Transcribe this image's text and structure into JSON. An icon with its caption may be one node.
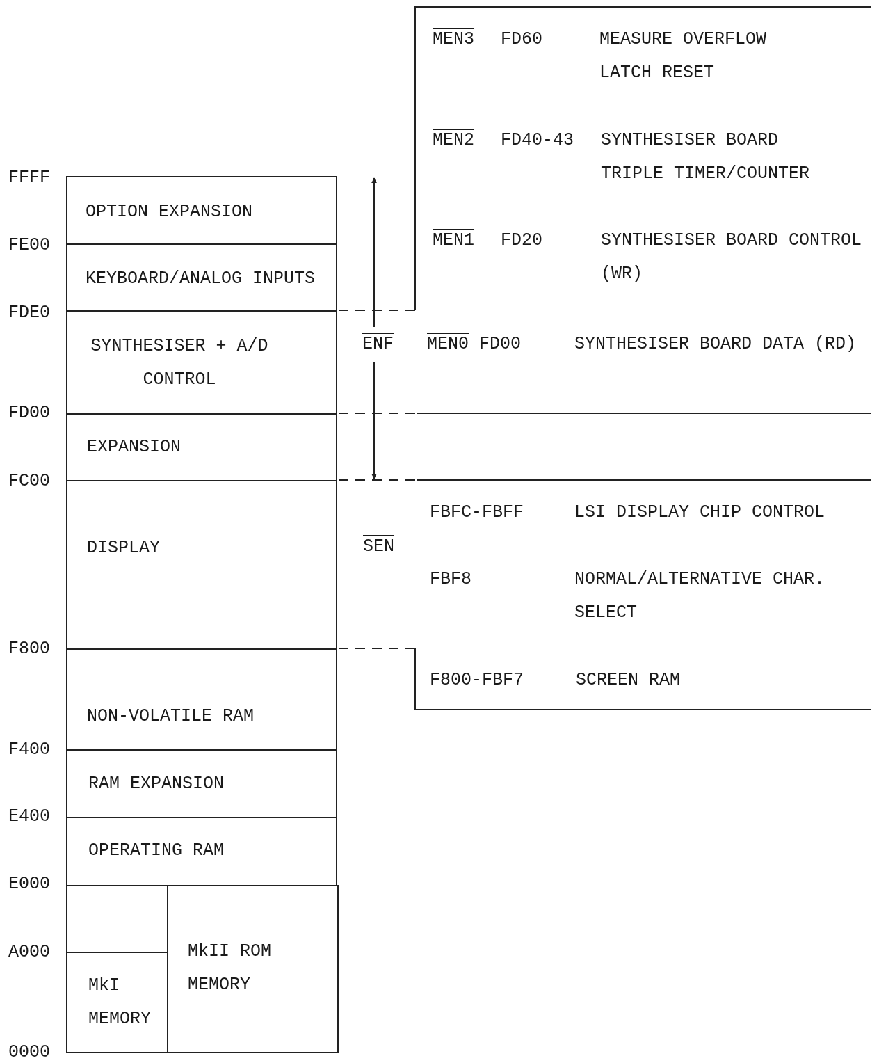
{
  "diagram": {
    "nodes": [
      {
        "text": [
          "OPTION EXPANSION"
        ]
      },
      {
        "text": [
          "KEYBOARD/ANALOG INPUTS"
        ]
      },
      {
        "text": [
          "SYNTHESISER + A/D CONTROL"
        ]
      },
      {
        "text": [
          "EXPANSION"
        ]
      },
      {
        "text": [
          "DISPLAY"
        ]
      },
      {
        "text": [
          "NON-VOLATILE RAM"
        ]
      },
      {
        "text": [
          "RAM EXPANSION"
        ]
      },
      {
        "text": [
          "OPERATING RAM"
        ]
      },
      {
        "text": [],
        "shape": "box"
      },
      {
        "text": [
          "MkI MEMORY"
        ]
      },
      {
        "text": [
          "MkII ROM MEMORY"
        ]
      }
    ],
    "edges": [],
    "labels": [
      "MEN3",
      "FD60",
      "MEASURE OVERFLOW LATCH RESET",
      "MEN2",
      "FD40-43",
      "SYNTHESISER BOARD TRIPLE TIMER/COUNTER",
      "FFFF",
      "FE00",
      "MEN1",
      "FD20",
      "SYNTHESISER BOARD CONTROL (WR)",
      "FDE0",
      "ENF",
      "MEN0",
      "FD00",
      "SYNTHESISER BOARD DATA (RD)",
      "FD00",
      "FC00",
      "FBFC-FBFF",
      "LSI DISPLAY CHIP CONTROL",
      "SEN",
      "FBF8",
      "NORMAL/ALTERNATIVE CHAR. SELECT",
      "F800",
      "F800-FBF7",
      "SCREEN RAM",
      "F400",
      "E400",
      "E000",
      "A000",
      "0000"
    ]
  }
}
